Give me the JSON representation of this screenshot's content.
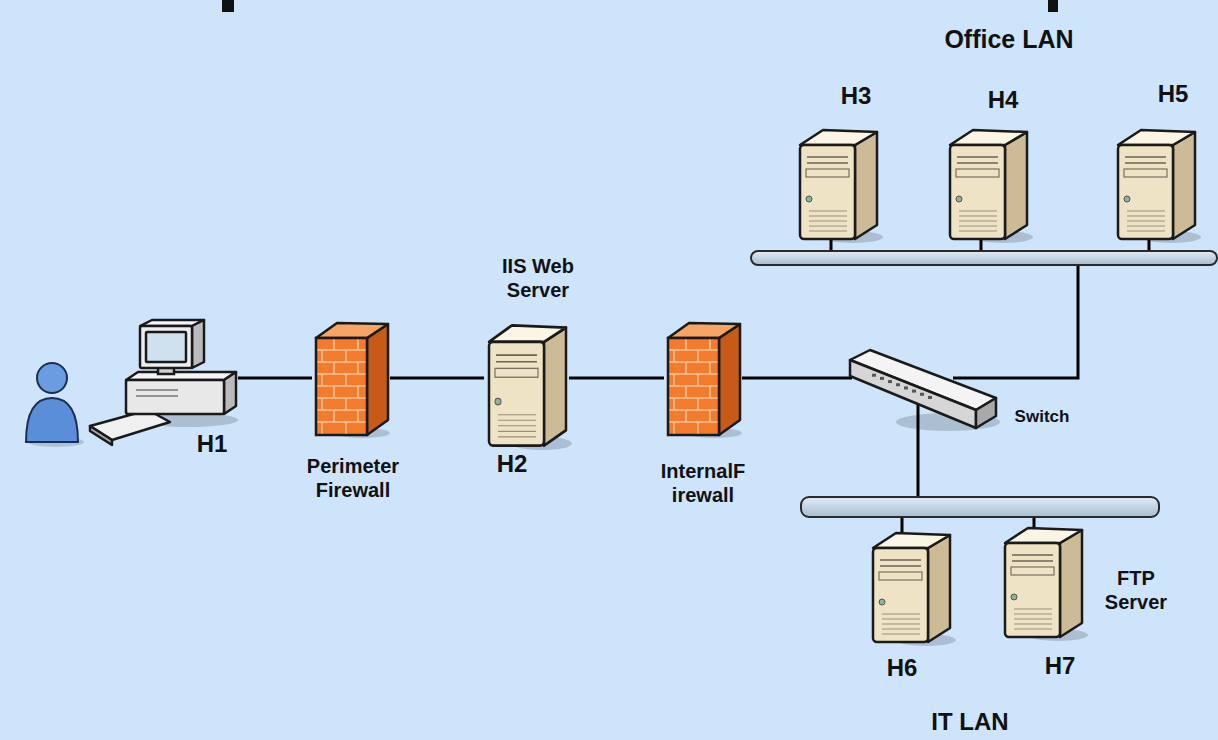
{
  "diagram": {
    "nodes": [
      {
        "text": [
          "H1"
        ]
      },
      {
        "text": [
          "Perimeter Firewall"
        ]
      },
      {
        "text": [
          "IIS Web Server",
          "H2"
        ]
      },
      {
        "text": [
          "InternalF irewall"
        ]
      },
      {
        "text": [
          "Switch"
        ]
      },
      {
        "text": [
          "Office LAN"
        ]
      },
      {
        "text": [
          "H3"
        ]
      },
      {
        "text": [
          "H4"
        ]
      },
      {
        "text": [
          "H5"
        ]
      },
      {
        "text": [
          "IT LAN"
        ]
      },
      {
        "text": [
          "H6"
        ]
      },
      {
        "text": [
          "FTP Server",
          "H7"
        ]
      }
    ],
    "edges": [
      {
        "from": 0,
        "to": 1,
        "arrow": "none"
      },
      {
        "from": 1,
        "to": 2,
        "arrow": "none"
      },
      {
        "from": 2,
        "to": 3,
        "arrow": "none"
      },
      {
        "from": 3,
        "to": 4,
        "arrow": "none"
      },
      {
        "from": 4,
        "to": 5,
        "arrow": "none"
      },
      {
        "from": 4,
        "to": 9,
        "arrow": "none"
      },
      {
        "from": 5,
        "to": 6,
        "arrow": "none"
      },
      {
        "from": 5,
        "to": 7,
        "arrow": "none"
      },
      {
        "from": 5,
        "to": 8,
        "arrow": "none"
      },
      {
        "from": 9,
        "to": 10,
        "arrow": "none"
      },
      {
        "from": 9,
        "to": 11,
        "arrow": "none"
      }
    ]
  }
}
